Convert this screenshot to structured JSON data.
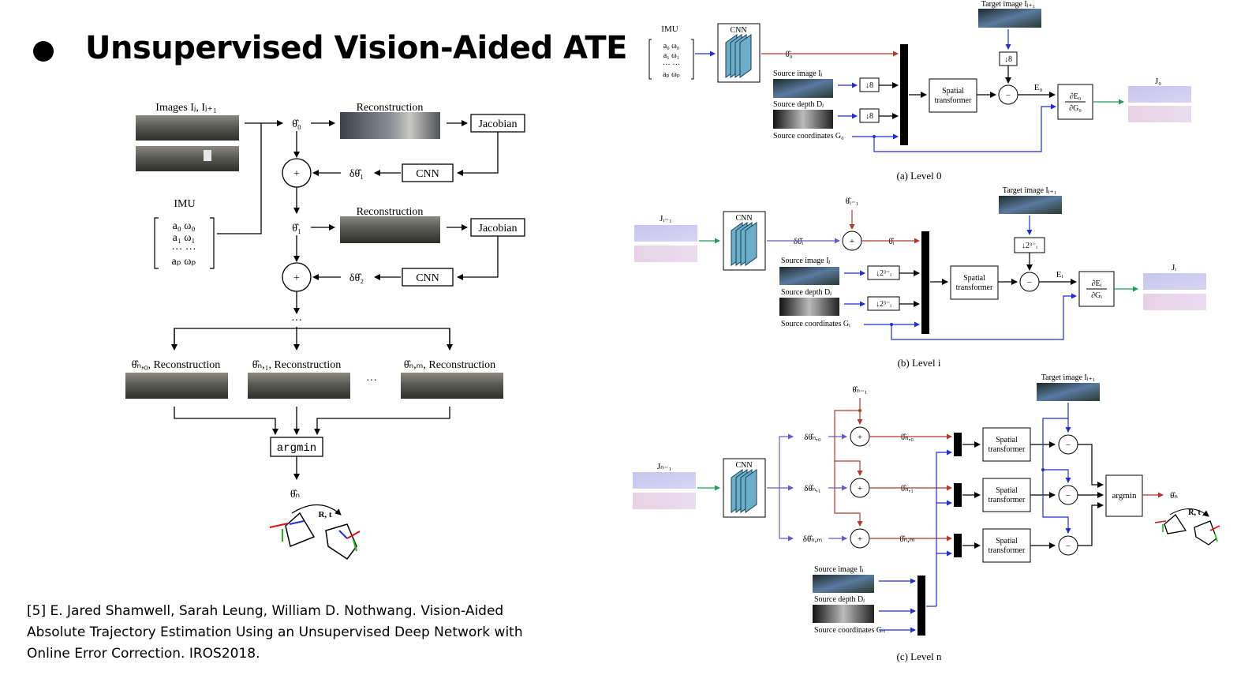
{
  "slide": {
    "title": "Unsupervised Vision-Aided ATE",
    "citation_line1": "[5] E. Jared Shamwell, Sarah Leung, William D. Nothwang. Vision-Aided",
    "citation_line2": "Absolute Trajectory Estimation Using an Unsupervised Deep Network with",
    "citation_line3": "Online Error Correction. IROS2018."
  },
  "left_diagram": {
    "images_label": "Images Iⱼ, Iⱼ₊₁",
    "imu_label": "IMU",
    "imu_matrix": [
      "a₀   ω₀",
      "a₁   ω₁",
      "···   ···",
      "aₚ   ωₚ"
    ],
    "theta0": "θ̂₀",
    "theta1": "θ̂₁",
    "dtheta1": "δθ̂₁",
    "dtheta2": "δθ̂₂",
    "reconstruction": "Reconstruction",
    "jacobian": "Jacobian",
    "cnn": "CNN",
    "plus": "+",
    "vdots": "···",
    "hdots": "···",
    "branch_n0": "θ̂ₙ,₀, Reconstruction",
    "branch_n1": "θ̂ₙ,₁, Reconstruction",
    "branch_nm": "θ̂ₙ,ₘ, Reconstruction",
    "argmin": "argmin",
    "theta_n": "θ̂ₙ",
    "rt": "R, t"
  },
  "level0": {
    "imu": "IMU",
    "imu_matrix": [
      "a₀  ω₀",
      "a₁  ω₁",
      "···  ···",
      "aₚ  ωₚ"
    ],
    "cnn": "CNN",
    "theta0": "θ̂₀",
    "source_image": "Source image Iⱼ",
    "source_depth": "Source depth Dⱼ",
    "source_coords": "Source coordinates G₀",
    "down8": "↓8",
    "target_image": "Target image Iⱼ₊₁",
    "spatial": "Spatial",
    "transformer": "transformer",
    "minus": "−",
    "E0": "E₀",
    "grad_num": "∂E₀",
    "grad_den": "∂G₀",
    "J0": "J₀",
    "caption": "(a) Level 0"
  },
  "leveli": {
    "J_prev": "Jᵢ₋₁",
    "cnn": "CNN",
    "theta_prev": "θ̂ᵢ₋₁",
    "dtheta": "δθ̂ᵢ",
    "theta": "θ̂ᵢ",
    "plus": "+",
    "source_image": "Source image Iⱼ",
    "source_depth": "Source depth Dⱼ",
    "source_coords": "Source coordinates Gᵢ",
    "down": "↓2³⁻ᵢ",
    "target_image": "Target image Iⱼ₊₁",
    "spatial": "Spatial",
    "transformer": "transformer",
    "minus": "−",
    "E": "Eᵢ",
    "grad_num": "∂Eᵢ",
    "grad_den": "∂Gᵢ",
    "J": "Jᵢ",
    "caption": "(b) Level i"
  },
  "leveln": {
    "J_prev": "Jₙ₋₁",
    "cnn": "CNN",
    "theta_prev": "θ̂ₙ₋₁",
    "dtheta0": "δθ̂ₙ,₀",
    "dtheta1": "δθ̂ₙ,₁",
    "dthetam": "δθ̂ₙ,ₘ",
    "theta0": "θ̂ₙ,₀",
    "theta1": "θ̂ₙ,₁",
    "thetam": "θ̂ₙ,ₘ",
    "plus": "+",
    "minus": "−",
    "spatial": "Spatial",
    "transformer": "transformer",
    "target_image": "Target image Iⱼ₊₁",
    "argmin": "argmin",
    "theta_n": "θ̂ₙ",
    "rt": "R, t",
    "source_image": "Source image Iⱼ",
    "source_depth": "Source depth Dⱼ",
    "source_coords": "Source coordinates Gₙ",
    "caption": "(c) Level n"
  },
  "colors": {
    "red_arrow": "#b03a2e",
    "blue_arrow": "#1f2fd6",
    "green_arrow": "#1e9e5a",
    "purple_arrow": "#6a5acd"
  }
}
